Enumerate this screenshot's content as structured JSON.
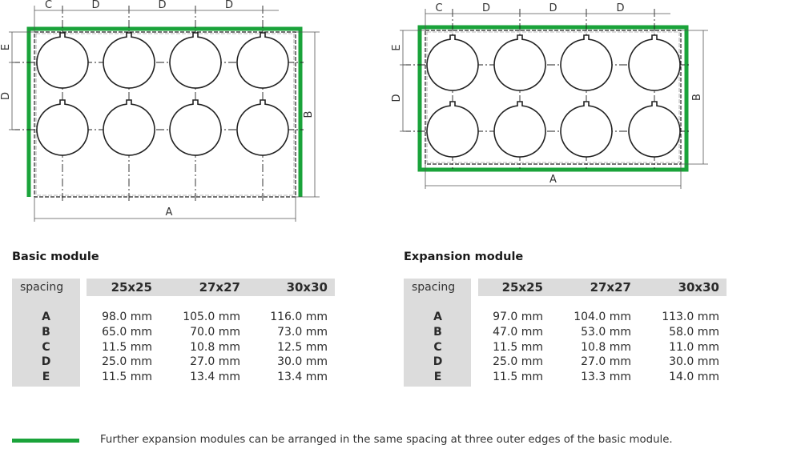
{
  "colors": {
    "green": "#1aa33a",
    "header_gray": "#dcdcdc"
  },
  "diagrams": {
    "basic": {
      "labels": {
        "A": "A",
        "B": "B",
        "C": "C",
        "D": "D",
        "E": "E"
      }
    },
    "expansion": {
      "labels": {
        "A": "A",
        "B": "B",
        "C": "C",
        "D": "D",
        "E": "E"
      }
    }
  },
  "basic": {
    "title": "Basic module",
    "spacing_label": "spacing",
    "columns": [
      "25x25",
      "27x27",
      "30x30"
    ],
    "rows": [
      {
        "label": "A",
        "values": [
          "98.0 mm",
          "105.0 mm",
          "116.0 mm"
        ]
      },
      {
        "label": "B",
        "values": [
          "65.0 mm",
          "70.0 mm",
          "73.0 mm"
        ]
      },
      {
        "label": "C",
        "values": [
          "11.5 mm",
          "10.8 mm",
          "12.5 mm"
        ]
      },
      {
        "label": "D",
        "values": [
          "25.0 mm",
          "27.0 mm",
          "30.0 mm"
        ]
      },
      {
        "label": "E",
        "values": [
          "11.5 mm",
          "13.4 mm",
          "13.4 mm"
        ]
      }
    ]
  },
  "expansion": {
    "title": "Expansion module",
    "spacing_label": "spacing",
    "columns": [
      "25x25",
      "27x27",
      "30x30"
    ],
    "rows": [
      {
        "label": "A",
        "values": [
          "97.0 mm",
          "104.0 mm",
          "113.0 mm"
        ]
      },
      {
        "label": "B",
        "values": [
          "47.0 mm",
          "53.0 mm",
          "58.0 mm"
        ]
      },
      {
        "label": "C",
        "values": [
          "11.5 mm",
          "10.8 mm",
          "11.0 mm"
        ]
      },
      {
        "label": "D",
        "values": [
          "25.0 mm",
          "27.0 mm",
          "30.0 mm"
        ]
      },
      {
        "label": "E",
        "values": [
          "11.5 mm",
          "13.3 mm",
          "14.0 mm"
        ]
      }
    ]
  },
  "footer": {
    "note": "Further expansion modules can be arranged in the same spacing at three outer edges of the basic module."
  }
}
